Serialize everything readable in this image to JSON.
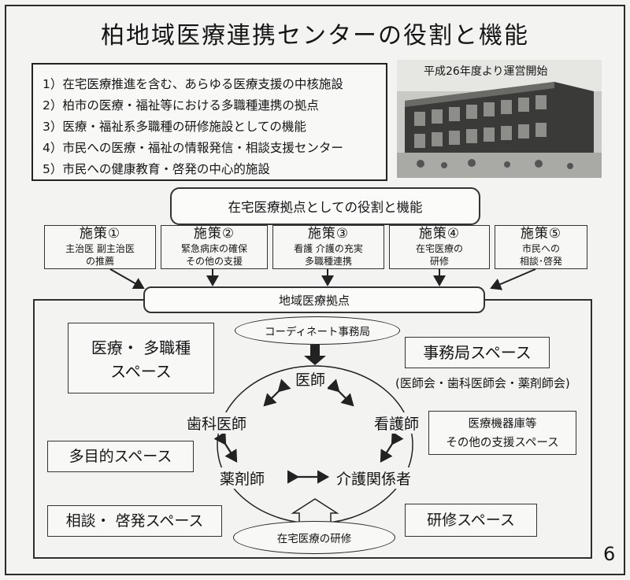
{
  "title": "柏地域医療連携センターの役割と機能",
  "functions": [
    "1）在宅医療推進を含む、あらゆる医療支援の中核施設",
    "2）柏市の医療・福祉等における多職種連携の拠点",
    "3）医療・福祉系多職種の研修施設としての機能",
    "4）市民への医療・福祉の情報発信・相談支援センター",
    "5）市民への健康教育・啓発の中心的施設"
  ],
  "photo_caption": "平成26年度より運営開始",
  "role_label": "在宅医療拠点としての役割と機能",
  "measures": [
    {
      "title": "施策①",
      "line1": "主治医 副主治医",
      "line2": "の推薦"
    },
    {
      "title": "施策②",
      "line1": "緊急病床の確保",
      "line2": "その他の支援"
    },
    {
      "title": "施策③",
      "line1": "看護 介護の充実",
      "line2": "多職種連携"
    },
    {
      "title": "施策④",
      "line1": "在宅医療の",
      "line2": "研修"
    },
    {
      "title": "施策⑤",
      "line1": "市民への",
      "line2": "相談･啓発"
    }
  ],
  "hub_label": "地域医療拠点",
  "coordinate_office": "コーディネート事務局",
  "training": "在宅医療の研修",
  "professions": {
    "doctor": "医師",
    "dentist": "歯科医師",
    "nurse": "看護師",
    "pharmacist": "薬剤師",
    "care": "介護関係者"
  },
  "spaces": {
    "medical_line1": "医療・ 多職種",
    "medical_line2": "スペース",
    "multipurpose": "多目的スペース",
    "consult": "相談・ 啓発スペース",
    "office": "事務局スペース",
    "office_sub": "(医師会・歯科医師会・薬剤師会)",
    "storage_line1": "医療機器庫等",
    "storage_line2": "その他の支援スペース",
    "training": "研修スペース"
  },
  "page_number": "6",
  "colors": {
    "line": "#222222",
    "paper": "#f3f3f1"
  }
}
